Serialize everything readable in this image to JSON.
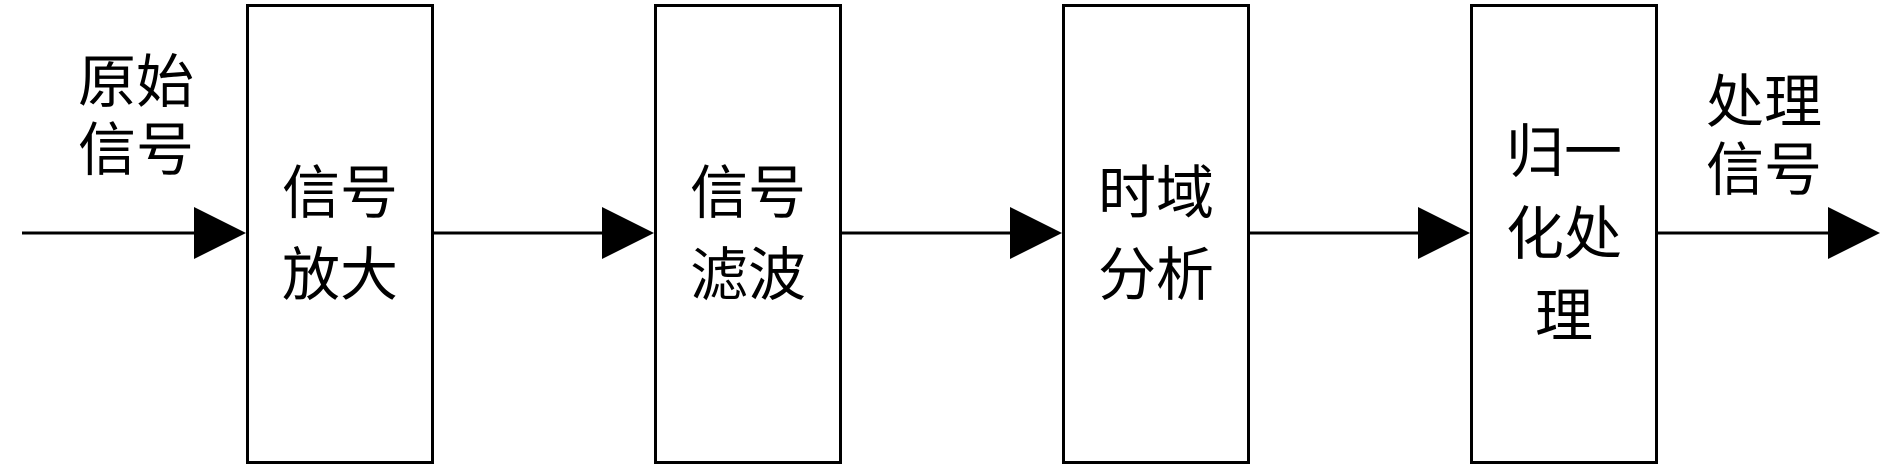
{
  "input_label": "原始信号",
  "output_label": "处理信号",
  "stages": [
    {
      "label": "信号放大"
    },
    {
      "label": "信号滤波"
    },
    {
      "label": "时域分析"
    },
    {
      "label": "归一化处理"
    }
  ],
  "colors": {
    "stroke": "#000000",
    "background": "#ffffff"
  }
}
